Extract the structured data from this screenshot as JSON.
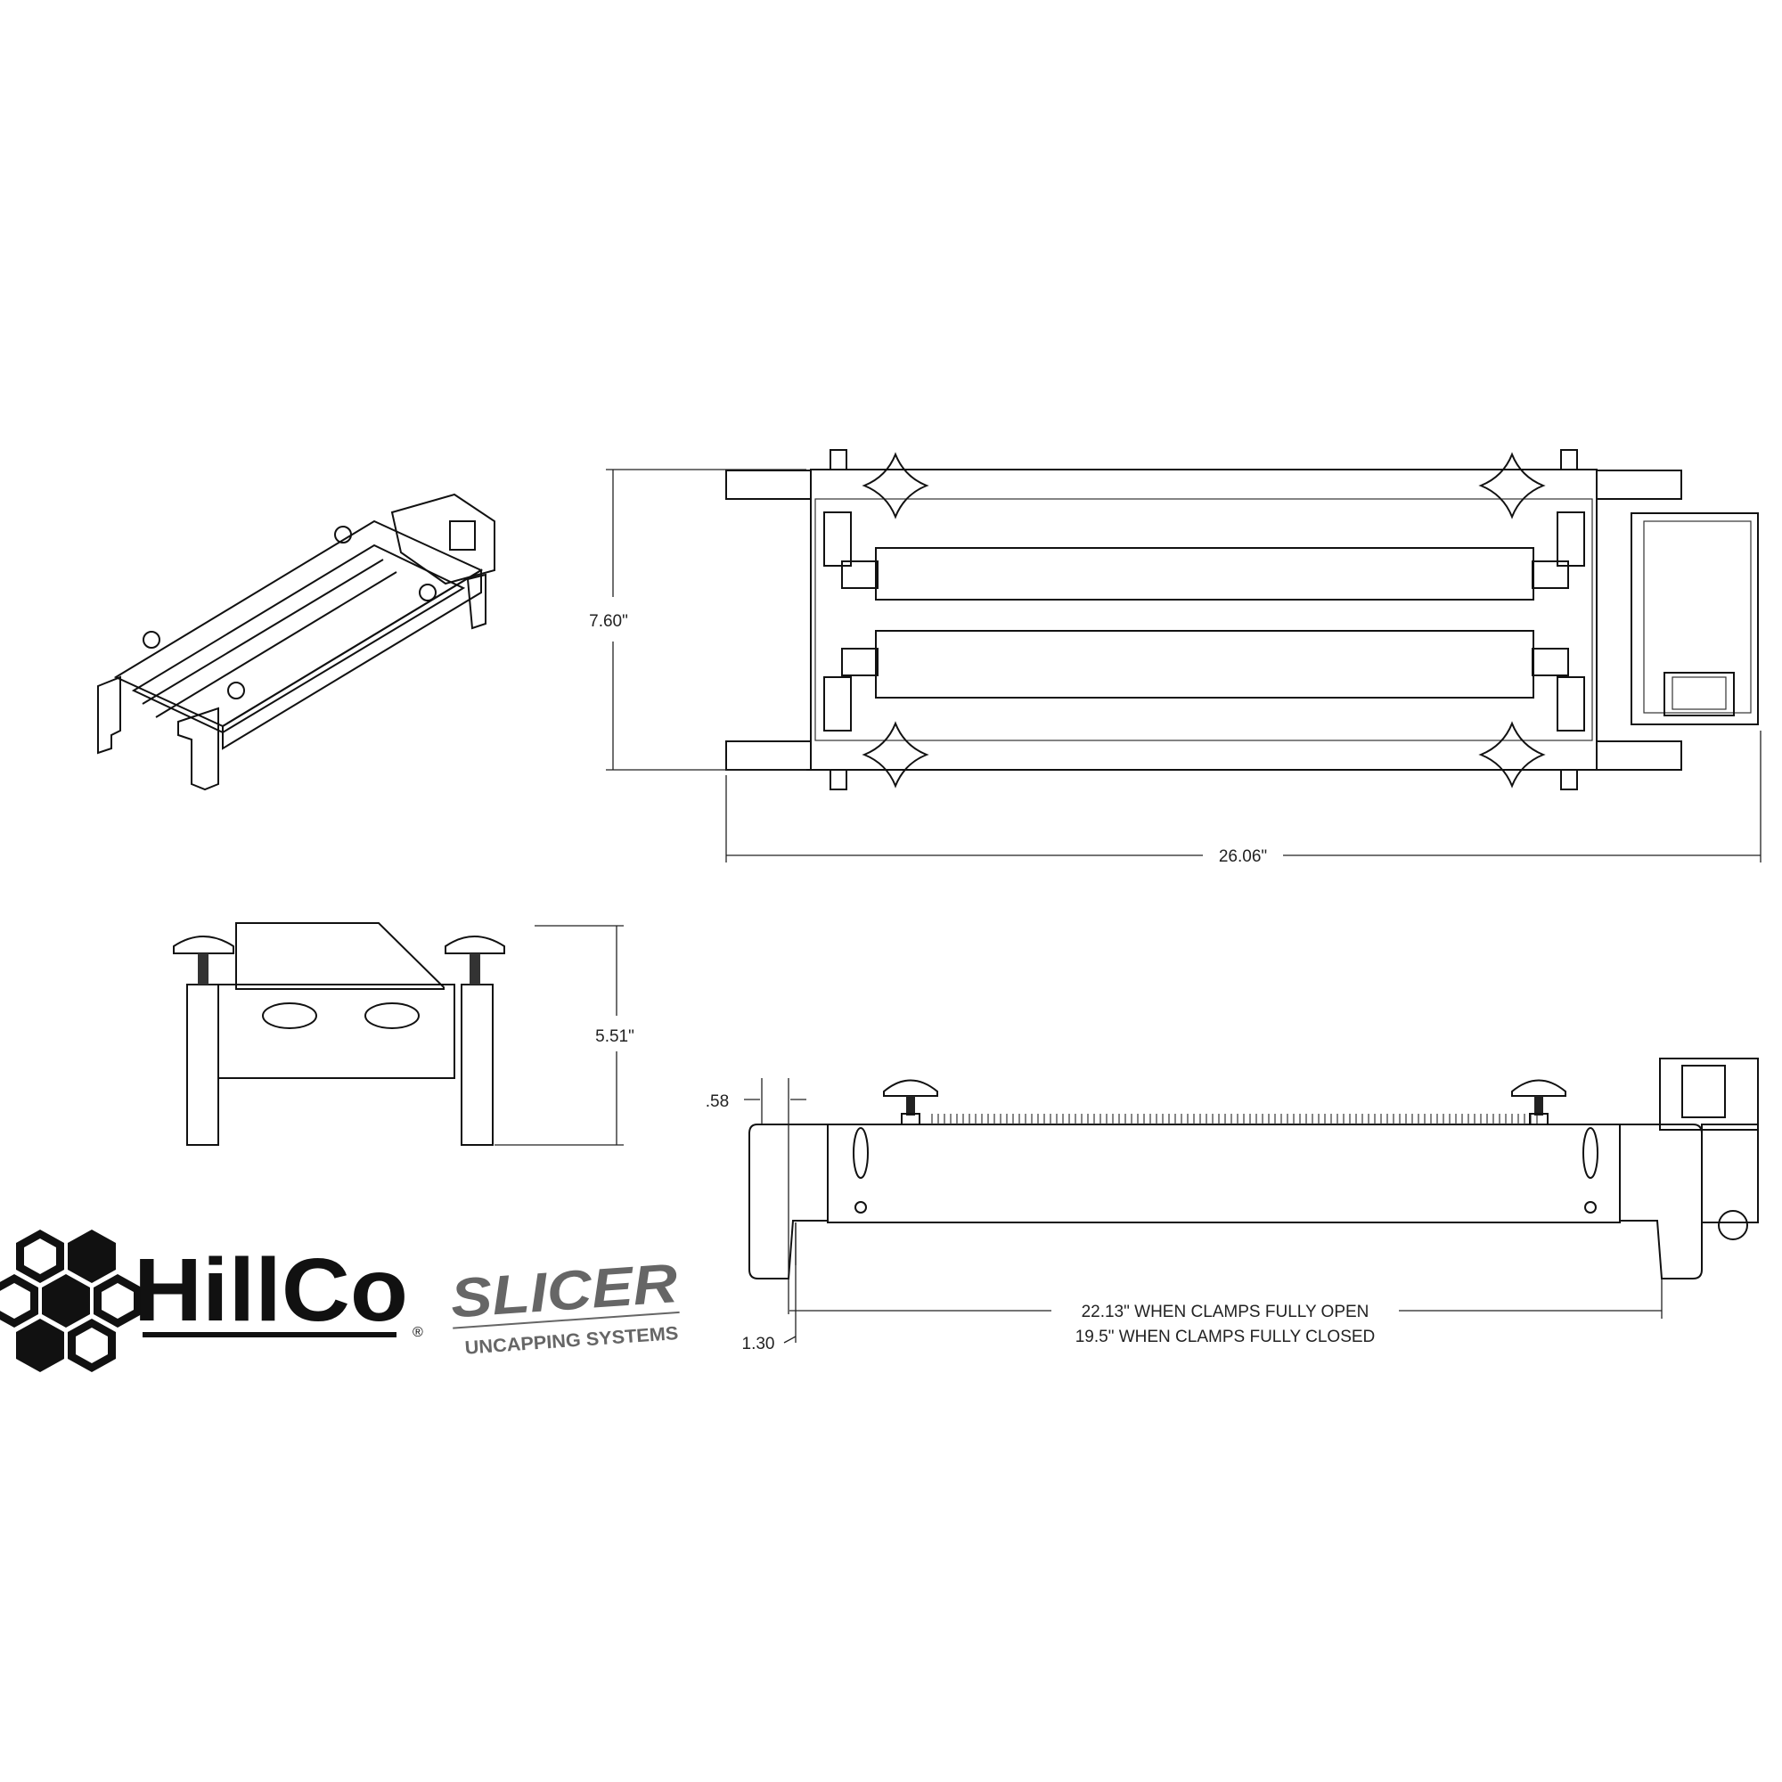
{
  "title": "HillCo Slicer Uncapping Systems dimension drawing",
  "dimensions": {
    "top_view_height": "7.60\"",
    "top_view_length": "26.06\"",
    "side_view_height": "5.51\"",
    "front_offset_top": ".58",
    "front_offset_bottom": "1.30",
    "clamps_open": "22.13\" WHEN CLAMPS FULLY OPEN",
    "clamps_closed": "19.5\" WHEN CLAMPS FULLY CLOSED"
  },
  "logo": {
    "brand": "HillCo",
    "registered": "®",
    "product": "SLICER",
    "tagline": "UNCAPPING SYSTEMS"
  },
  "colors": {
    "line": "#111111",
    "slicer_gray": "#666666"
  }
}
